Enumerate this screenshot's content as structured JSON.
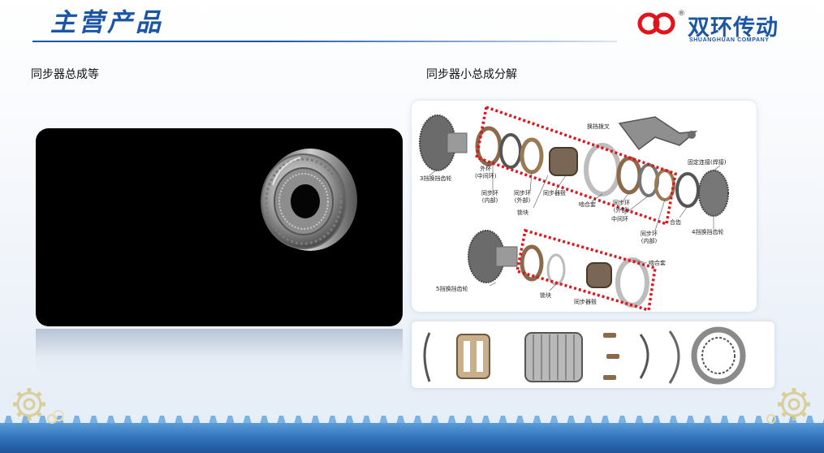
{
  "header": {
    "title": "主营产品",
    "logo": {
      "name_cn": "双环传动",
      "name_en": "SHUANGHUAN COMPANY",
      "reg_mark": "®"
    }
  },
  "left": {
    "caption": "同步器总成等"
  },
  "right": {
    "caption": "同步器小总成分解",
    "diagram_labels": {
      "shift_fork": "换挡拨叉",
      "gear_3": "3挡换挡齿轮",
      "outer_ring": "外环\n(中间环)",
      "sync_ring_inner": "同步环\n(内部)",
      "sync_ring_outer": "同步环\n(外部)",
      "key": "锁块",
      "hub": "同步器毂",
      "sleeve": "啮合套",
      "sync_outer2": "同步环\n(外部)",
      "middle_ring": "中间环",
      "sync_inner2": "同步环\n(内部)",
      "fixed_joint": "固定连接(焊接)",
      "gear_ring": "合齿",
      "gear_4": "4挡换挡齿轮",
      "gear_5": "5挡换挡齿轮",
      "key2": "锁块",
      "hub2": "同步器毂",
      "sleeve2": "啮合套"
    }
  },
  "colors": {
    "brand_blue": "#1b56a6",
    "highlight_red": "#e0141c",
    "band_blue": "#2f6fb8"
  }
}
